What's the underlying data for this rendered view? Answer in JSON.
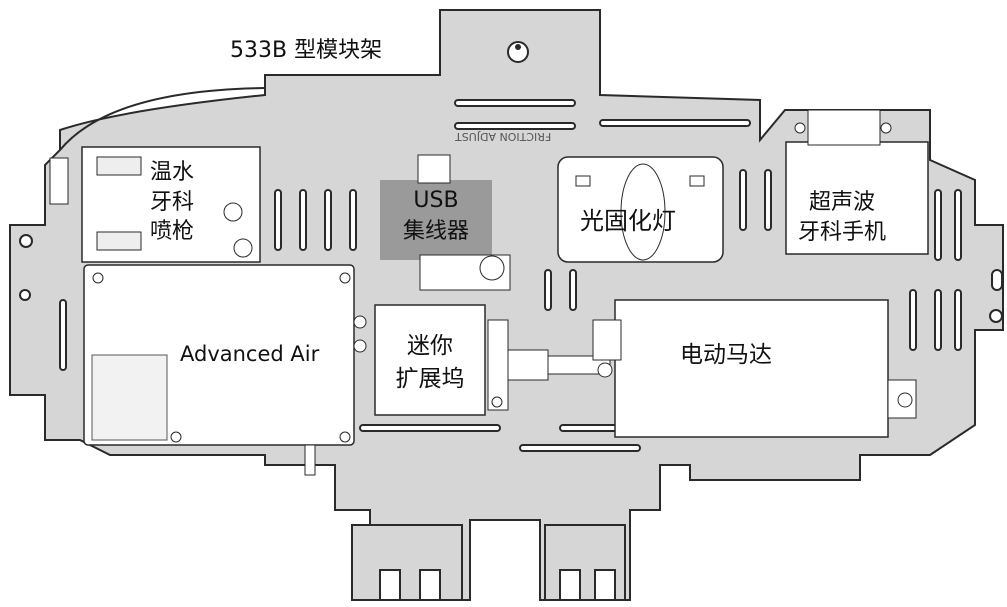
{
  "title": "533B 型模块架",
  "frame_text": "FRICTION ADJUST",
  "modules": {
    "warm_water": {
      "lines": [
        "温水",
        "牙科",
        "喷枪"
      ]
    },
    "usb_hub": {
      "lines": [
        "USB",
        "集线器"
      ]
    },
    "curing_light": {
      "label": "光固化灯"
    },
    "ultrasonic": {
      "lines": [
        "超声波",
        "牙科手机"
      ]
    },
    "advanced_air": {
      "label": "Advanced Air"
    },
    "mini_dock": {
      "lines": [
        "迷你",
        "扩展坞"
      ]
    },
    "electric_motor": {
      "label": "电动马达"
    }
  },
  "colors": {
    "frame": "#d6d6d6",
    "outline": "#2a2a2a",
    "module": "#ffffff",
    "usb_highlight": "#9a9a9a"
  }
}
